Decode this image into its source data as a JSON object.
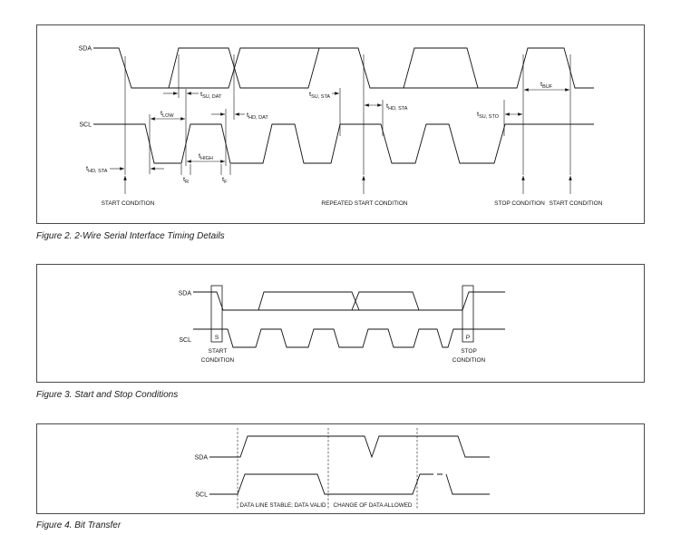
{
  "fig2": {
    "caption": "Figure 2. 2-Wire Serial Interface Timing Details",
    "sda_label": "SDA",
    "scl_label": "SCL",
    "timings": {
      "t_hd_sta_start": {
        "t": "t",
        "sub": "HD, STA"
      },
      "t_low": {
        "t": "t",
        "sub": "LOW"
      },
      "t_su_dat": {
        "t": "t",
        "sub": "SU, DAT"
      },
      "t_hd_dat": {
        "t": "t",
        "sub": "HD, DAT"
      },
      "t_high": {
        "t": "t",
        "sub": "HIGH"
      },
      "t_r": {
        "t": "t",
        "sub": "R"
      },
      "t_f": {
        "t": "t",
        "sub": "F"
      },
      "t_su_sta": {
        "t": "t",
        "sub": "SU, STA"
      },
      "t_hd_sta_repeated": {
        "t": "t",
        "sub": "HD, STA"
      },
      "t_su_sto": {
        "t": "t",
        "sub": "SU, STO"
      },
      "t_buf": {
        "t": "t",
        "sub": "BUF"
      }
    },
    "conditions": {
      "start": "START CONDITION",
      "repeated_start": "REPEATED START CONDITION",
      "stop": "STOP CONDITION",
      "start_after_stop": "START CONDITION"
    }
  },
  "fig3": {
    "caption": "Figure 3. Start and Stop Conditions",
    "sda_label": "SDA",
    "scl_label": "SCL",
    "start_marker": "S",
    "stop_marker": "P",
    "start_label": {
      "line1": "START",
      "line2": "CONDITION"
    },
    "stop_label": {
      "line1": "STOP",
      "line2": "CONDITION"
    }
  },
  "fig4": {
    "caption": "Figure 4. Bit Transfer",
    "sda_label": "SDA",
    "scl_label": "SCL",
    "regions": {
      "stable": "DATA LINE STABLE; DATA VALID",
      "change": "CHANGE OF DATA ALLOWED"
    }
  }
}
